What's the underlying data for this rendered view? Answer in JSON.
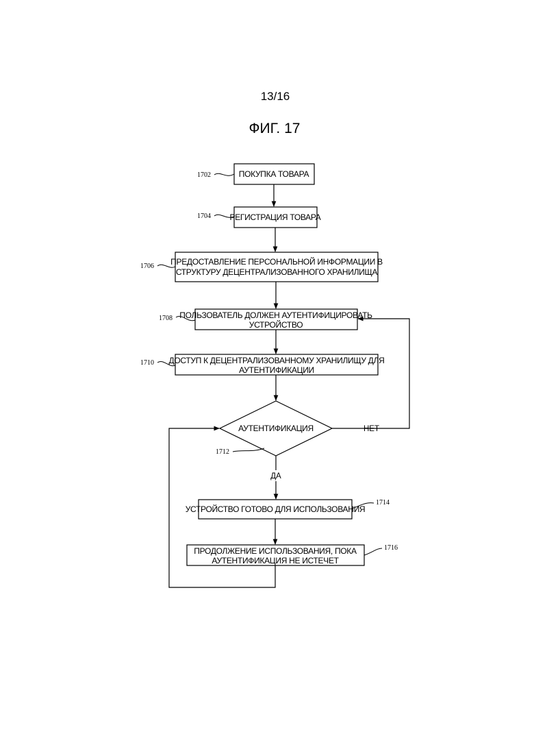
{
  "page": {
    "number": "13/16",
    "figure_title": "ФИГ. 17"
  },
  "nodes": [
    {
      "ref": "1702",
      "lines": [
        "ПОКУПКА ТОВАРА"
      ]
    },
    {
      "ref": "1704",
      "lines": [
        "РЕГИСТРАЦИЯ ТОВАРА"
      ]
    },
    {
      "ref": "1706",
      "lines": [
        "ПРЕДОСТАВЛЕНИЕ ПЕРСОНАЛЬНОЙ ИНФОРМАЦИИ В",
        "СТРУКТУРУ ДЕЦЕНТРАЛИЗОВАННОГО ХРАНИЛИЩА"
      ]
    },
    {
      "ref": "1708",
      "lines": [
        "ПОЛЬЗОВАТЕЛЬ ДОЛЖЕН АУТЕНТИФИЦИРОВАТЬ",
        "УСТРОЙСТВО"
      ]
    },
    {
      "ref": "1710",
      "lines": [
        "ДОСТУП К ДЕЦЕНТРАЛИЗОВАННОМУ ХРАНИЛИЩУ ДЛЯ",
        "АУТЕНТИФИКАЦИИ"
      ]
    },
    {
      "ref": "1712",
      "lines": [
        "АУТЕНТИФИКАЦИЯ"
      ]
    },
    {
      "ref": "1714",
      "lines": [
        "УСТРОЙСТВО ГОТОВО ДЛЯ ИСПОЛЬЗОВАНИЯ"
      ]
    },
    {
      "ref": "1716",
      "lines": [
        "ПРОДОЛЖЕНИЕ ИСПОЛЬЗОВАНИЯ, ПОКА",
        "АУТЕНТИФИКАЦИЯ НЕ ИСТЕЧЕТ"
      ]
    }
  ],
  "branches": {
    "no": "НЕТ",
    "yes": "ДА"
  }
}
